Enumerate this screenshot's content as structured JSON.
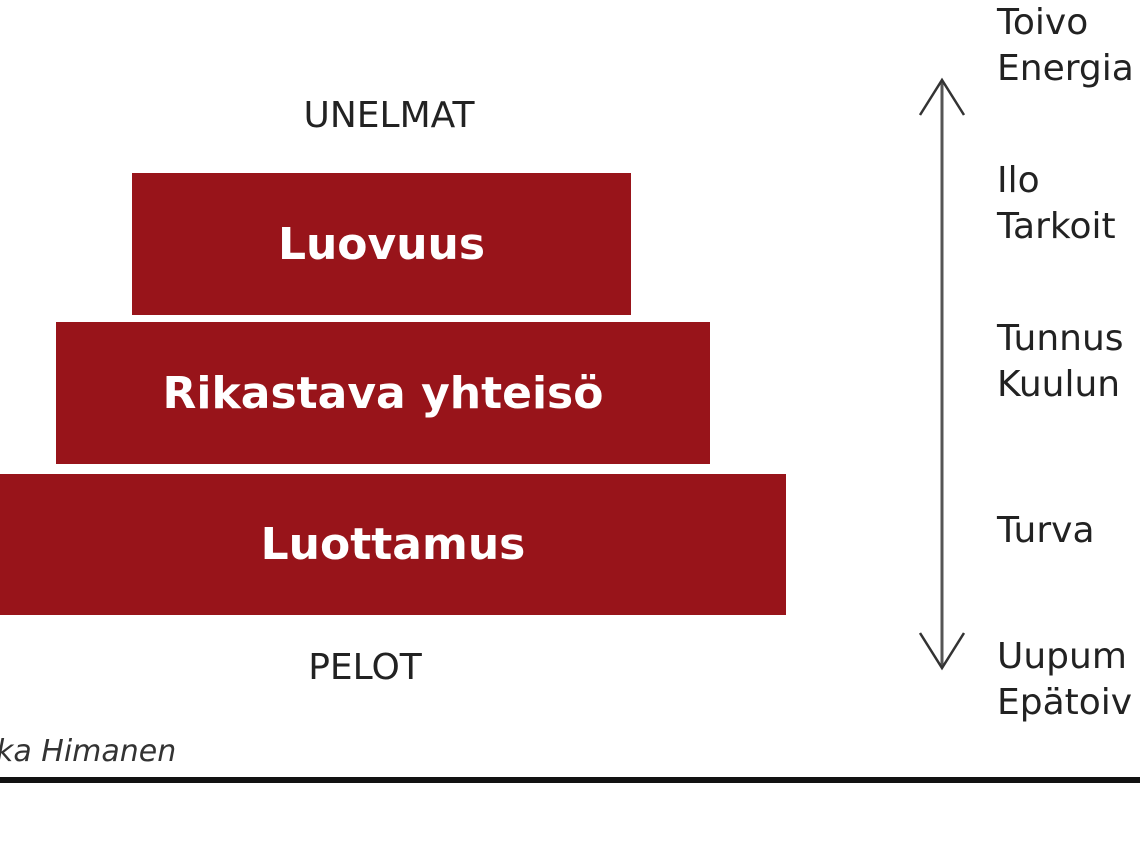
{
  "top_label": "UNELMAT",
  "bottom_label": "PELOT",
  "pyramid": {
    "levels": [
      "Luovuus",
      "Rikastava yhteisö",
      "Luottamus"
    ],
    "color": "#98141a"
  },
  "right_labels": [
    [
      "Toivo",
      "Energia"
    ],
    [
      "Ilo",
      "Tarkoit"
    ],
    [
      "Tunnus",
      "Kuulun"
    ],
    [
      "Turva"
    ],
    [
      "Uupum",
      "Epätoiv"
    ]
  ],
  "credit": "ka Himanen"
}
